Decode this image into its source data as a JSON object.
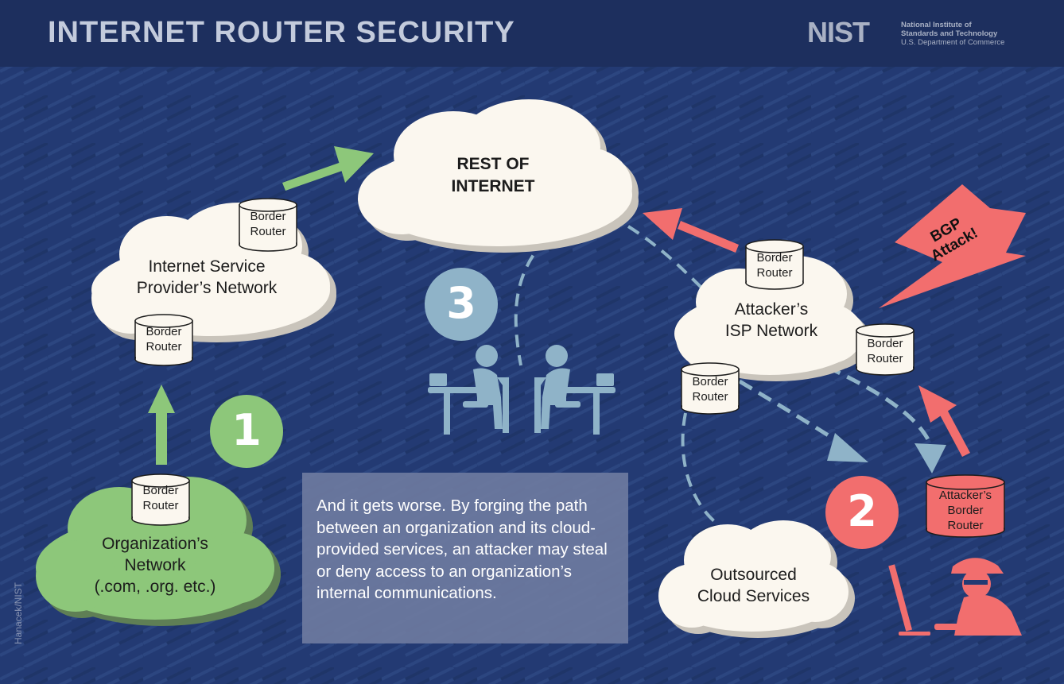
{
  "header": {
    "title": "INTERNET ROUTER SECURITY",
    "logo_mark": "NIST",
    "logo_line1": "National Institute of",
    "logo_line2": "Standards and Technology",
    "logo_line3": "U.S. Department of Commerce"
  },
  "clouds": {
    "internet": "REST OF\nINTERNET",
    "isp": "Internet Service\nProvider’s Network",
    "attacker_isp": "Attacker’s\nISP Network",
    "organization": "Organization’s\nNetwork\n(.com, .org. etc.)",
    "cloud_services": "Outsourced\nCloud Services"
  },
  "routers": {
    "isp_top": "Border\nRouter",
    "isp_bottom": "Border\nRouter",
    "organization": "Border\nRouter",
    "attacker_top": "Border\nRouter",
    "attacker_right": "Border\nRouter",
    "attacker_left": "Border\nRouter",
    "attacker_border": "Attacker’s\nBorder\nRouter"
  },
  "steps": {
    "one": "1",
    "two": "2",
    "three": "3"
  },
  "bgp_label": "BGP\nAttack!",
  "info_text": "And it gets worse. By forging the path between an organization and its cloud-provided services, an attacker may steal or deny access to an organization’s internal communications.",
  "credit": "Hanacek/NIST",
  "colors": {
    "background": "#233a73",
    "header": "#1d2f5e",
    "cloud": "#fbf7ef",
    "green": "#8dc77a",
    "red": "#f26e6e",
    "light_blue": "#8fb3c8"
  }
}
